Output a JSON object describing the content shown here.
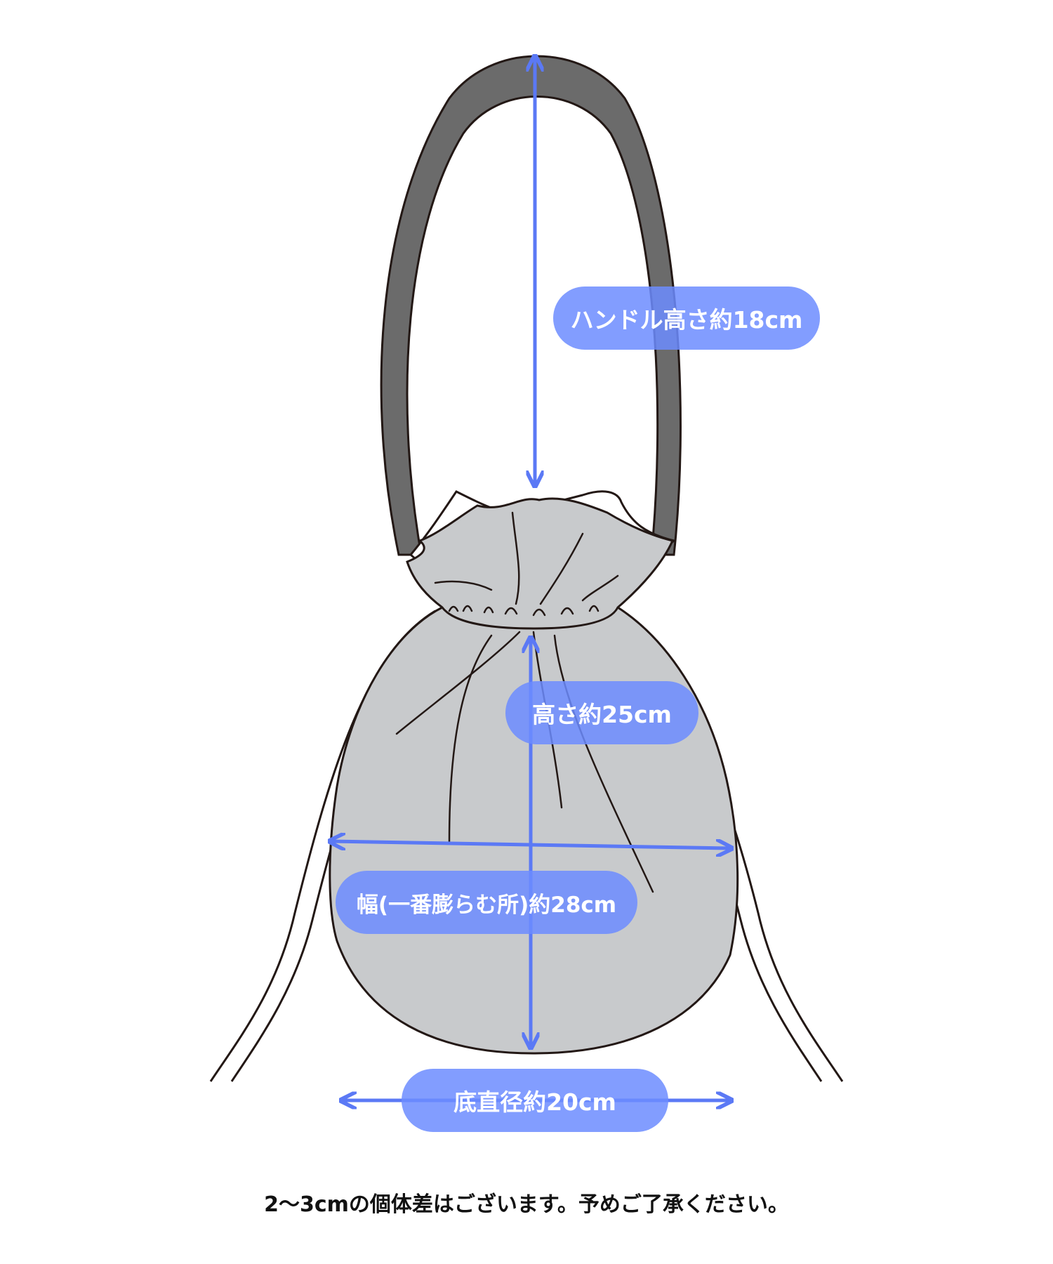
{
  "labels": {
    "handle_height": "ハンドル高さ約18cm",
    "bag_height": "高さ約25cm",
    "bag_width": "幅(一番膨らむ所)約28cm",
    "base_diameter": "底直径約20cm"
  },
  "note": "2〜3cmの個体差はございます。予めご了承ください。",
  "colors": {
    "arrow": "#5b79f5",
    "pill": "#6c8cff",
    "bag_body": "#c8cacc",
    "handle": "#6b6b6b",
    "outline": "#231815",
    "lining": "#ffffff"
  }
}
